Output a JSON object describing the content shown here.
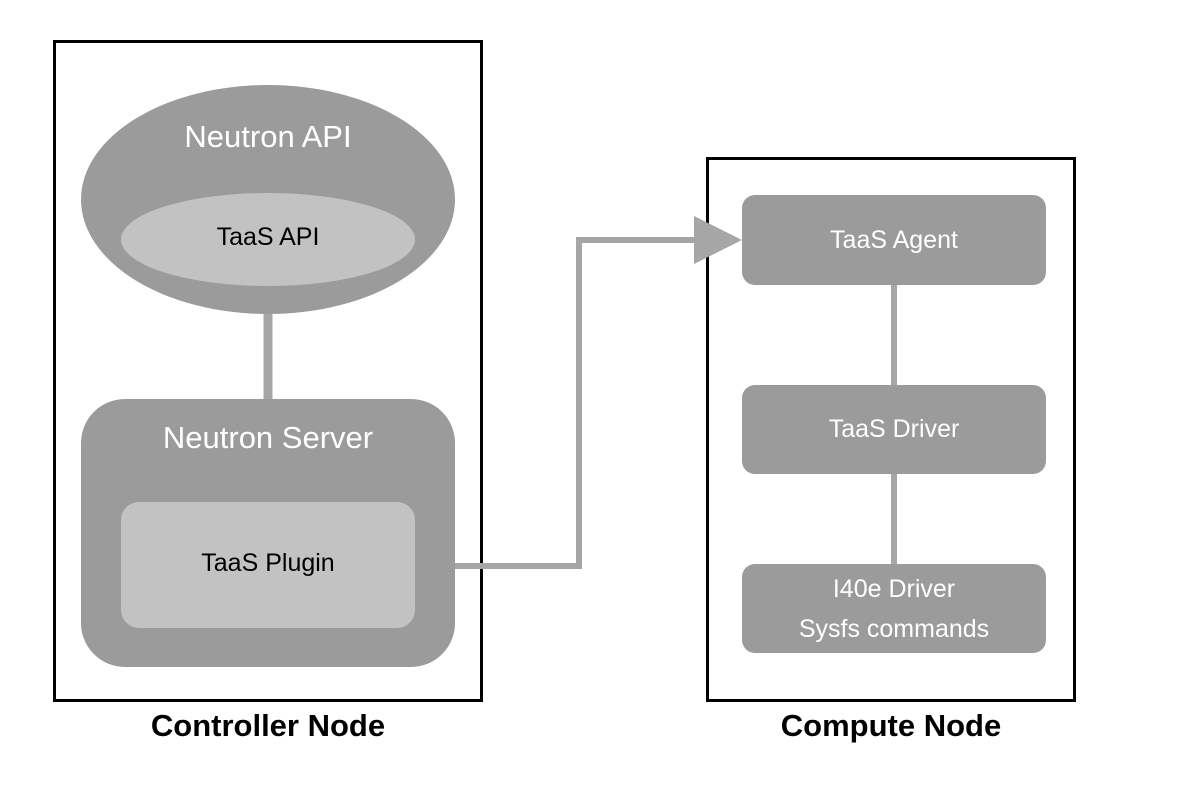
{
  "controller_node": {
    "caption": "Controller Node",
    "neutron_api": "Neutron API",
    "taas_api": "TaaS API",
    "neutron_server": "Neutron Server",
    "taas_plugin": "TaaS Plugin"
  },
  "compute_node": {
    "caption": "Compute Node",
    "taas_agent": "TaaS Agent",
    "taas_driver": "TaaS Driver",
    "i40e_driver_line1": "I40e Driver",
    "i40e_driver_line2": "Sysfs commands"
  },
  "colors": {
    "shape_dark": "#9b9b9b",
    "shape_light": "#c2c2c2",
    "connector": "#a6a6a6",
    "frame_border": "#000000"
  }
}
